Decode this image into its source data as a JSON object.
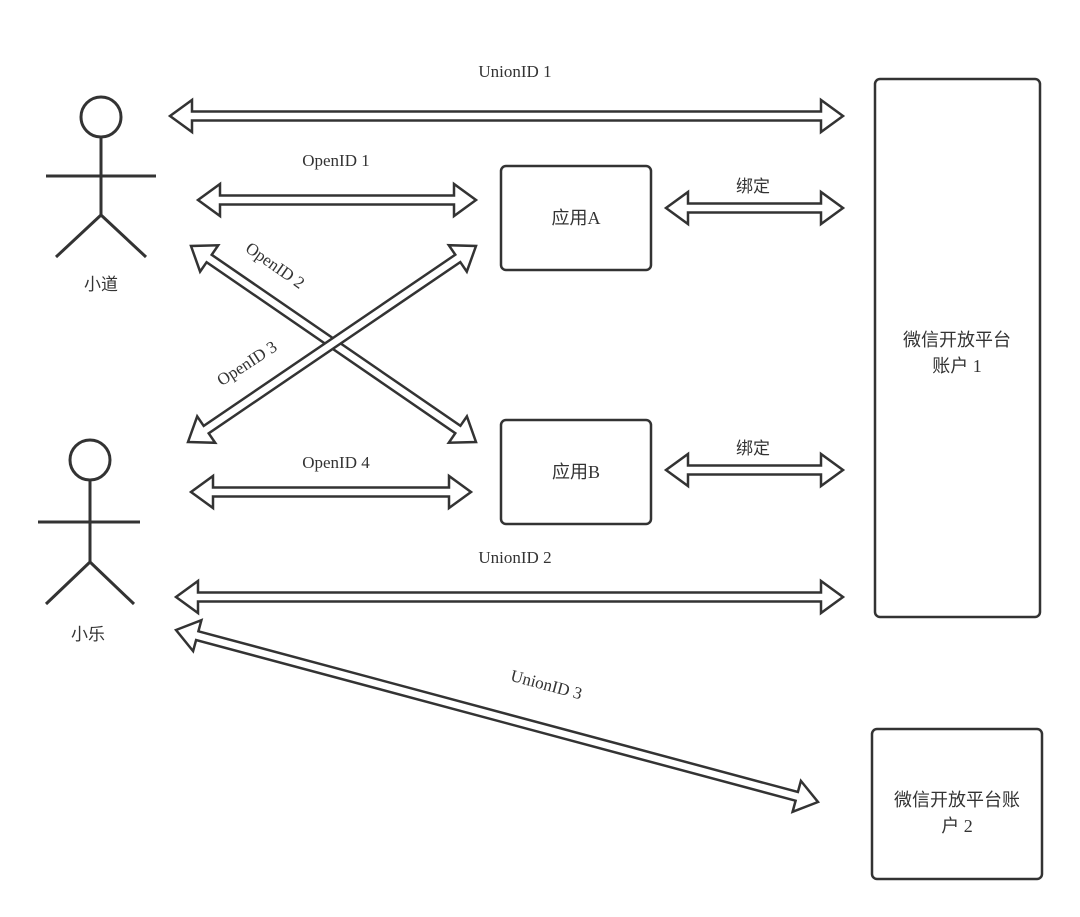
{
  "actors": {
    "xiaodao": "小道",
    "xiaole": "小乐"
  },
  "apps": {
    "a": "应用A",
    "b": "应用B"
  },
  "platforms": {
    "account1_line1": "微信开放平台",
    "account1_line2": "账户 1",
    "account2_line1": "微信开放平台账",
    "account2_line2": "户 2"
  },
  "edges": {
    "unionid1": "UnionID 1",
    "unionid2": "UnionID 2",
    "unionid3": "UnionID 3",
    "openid1": "OpenID 1",
    "openid2": "OpenID 2",
    "openid3": "OpenID 3",
    "openid4": "OpenID 4",
    "bind_a": "绑定",
    "bind_b": "绑定"
  }
}
